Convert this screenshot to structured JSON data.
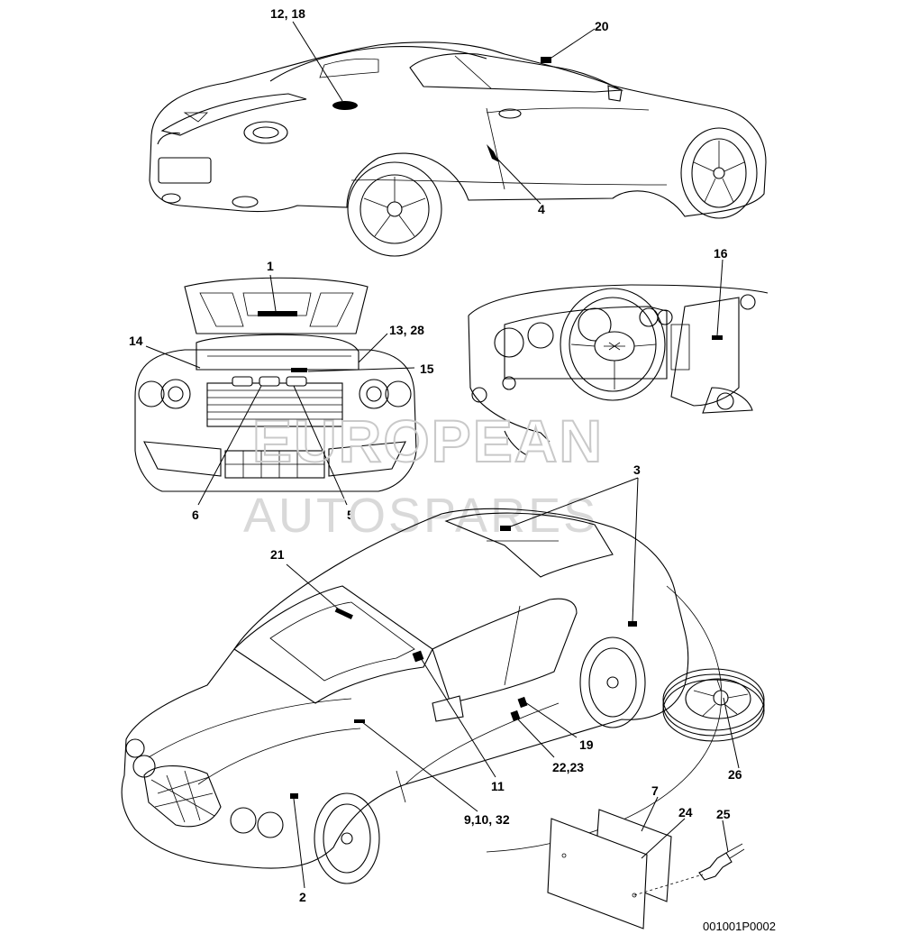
{
  "figure_code": "001001P0002",
  "watermark": {
    "line1": "EUROPEAN",
    "line2": "AUTOSPARES"
  },
  "callouts": {
    "c12_18": "12, 18",
    "c20": "20",
    "c4": "4",
    "c1": "1",
    "c16": "16",
    "c14": "14",
    "c13_28": "13, 28",
    "c15": "15",
    "c6": "6",
    "c5": "5",
    "c3": "3",
    "c21": "21",
    "c19": "19",
    "c22_23": "22,23",
    "c11": "11",
    "c26": "26",
    "c7": "7",
    "c24": "24",
    "c25": "25",
    "c9_10_32": "9,10, 32",
    "c2": "2"
  }
}
